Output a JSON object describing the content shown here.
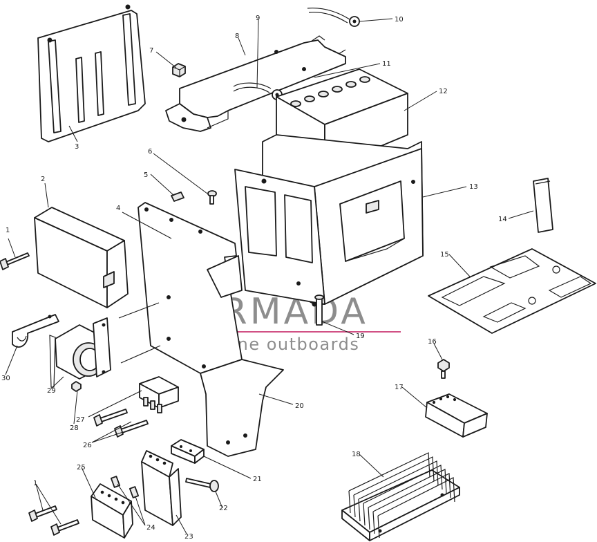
{
  "watermark": {
    "brand": "ARMADA",
    "tagline": "marine outboards",
    "accent_color": "#c2185b",
    "text_color": "#7a7a7a",
    "logo_icon": "propeller-logo-icon"
  },
  "callouts": {
    "c1": "1",
    "c1b": "1",
    "c2": "2",
    "c3": "3",
    "c4": "4",
    "c5": "5",
    "c6": "6",
    "c7": "7",
    "c8": "8",
    "c9": "9",
    "c10": "10",
    "c11": "11",
    "c12": "12",
    "c13": "13",
    "c14": "14",
    "c15": "15",
    "c16": "16",
    "c17": "17",
    "c18": "18",
    "c19": "19",
    "c20": "20",
    "c21": "21",
    "c22": "22",
    "c23": "23",
    "c24": "24",
    "c25": "25",
    "c26": "26",
    "c27": "27",
    "c28": "28",
    "c29": "29",
    "c30": "30"
  }
}
